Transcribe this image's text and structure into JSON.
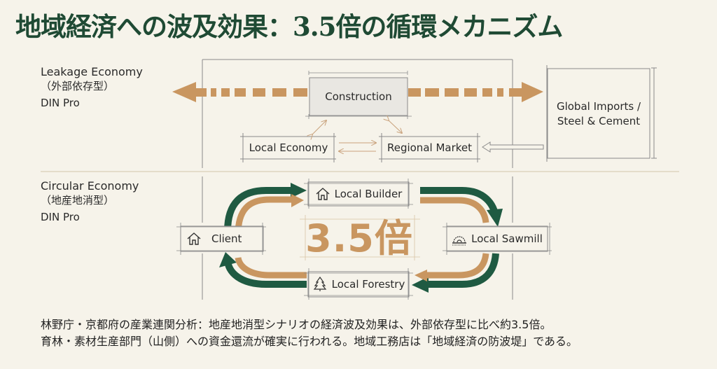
{
  "title": "地域経済への波及効果：3.5倍の循環メカニズム",
  "colors": {
    "background": "#f6f3ea",
    "title_green": "#1f4a34",
    "copper": "#c99660",
    "dark_green": "#1f5a42",
    "line_gray": "#8a8a8a",
    "box_fill": "#e9e7e2"
  },
  "leakage": {
    "label": "Leakage Economy",
    "label_jp": "（外部依存型）",
    "font_note": "DIN Pro",
    "nodes": {
      "construction": "Construction",
      "local_economy": "Local Economy",
      "regional_market": "Regional Market",
      "global_imports_line1": "Global Imports /",
      "global_imports_line2": "Steel & Cement"
    }
  },
  "circular": {
    "label": "Circular Economy",
    "label_jp": "（地産地消型）",
    "font_note": "DIN Pro",
    "multiplier": "3.5倍",
    "nodes": {
      "client": "Client",
      "local_builder": "Local Builder",
      "local_sawmill": "Local Sawmill",
      "local_forestry": "Local Forestry"
    },
    "icons": {
      "client": "house-icon",
      "local_builder": "house-icon",
      "local_sawmill": "saw-blade-icon",
      "local_forestry": "tree-icon"
    }
  },
  "footer": {
    "line1": "林野庁・京都府の産業連関分析：地産地消型シナリオの経済波及効果は、外部依存型に比べ約3.5倍。",
    "line2": "育林・素材生産部門（山側）への資金還流が確実に行われる。地域工務店は「地域経済の防波堤」である。"
  }
}
